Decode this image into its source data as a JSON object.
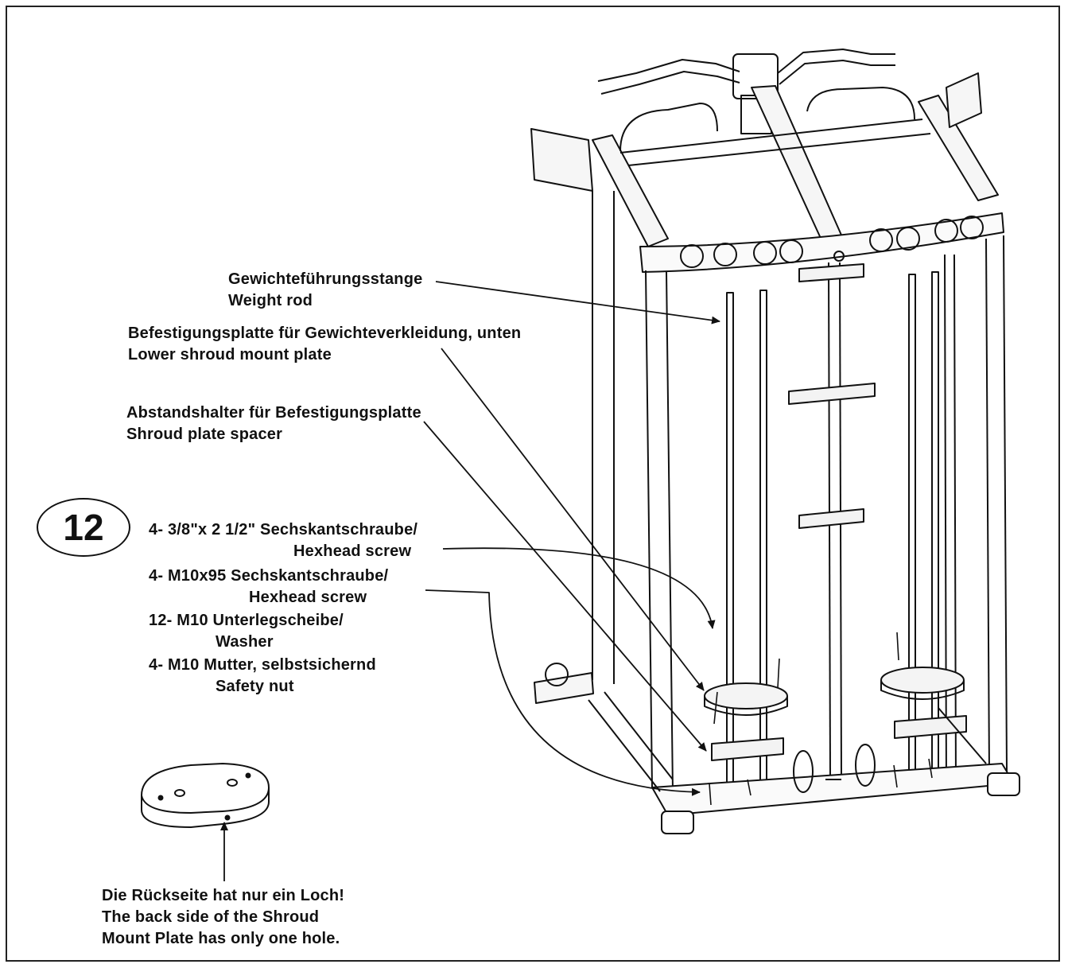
{
  "step": {
    "number": "12"
  },
  "callouts": {
    "weight_rod": {
      "de": "Gewichteführungsstange",
      "en": "Weight rod"
    },
    "lower_shroud_plate": {
      "de": "Befestigungsplatte für Gewichteverkleidung, unten",
      "en": "Lower shroud mount plate"
    },
    "shroud_spacer": {
      "de": "Abstandshalter für Befestigungsplatte",
      "en": "Shroud plate spacer"
    }
  },
  "hardware": [
    {
      "line1": "4- 3/8\"x 2 1/2\" Sechskantschraube/",
      "line2": "Hexhead screw"
    },
    {
      "line1": "4- M10x95 Sechskantschraube/",
      "line2": "Hexhead screw"
    },
    {
      "line1": "12- M10 Unterlegscheibe/",
      "line2": "Washer"
    },
    {
      "line1": "4- M10 Mutter, selbstsichernd",
      "line2": "Safety nut"
    }
  ],
  "note": {
    "line1": "Die Rückseite hat nur ein Loch!",
    "line2": "The back side of the Shroud",
    "line3": "Mount Plate has only one hole."
  },
  "colors": {
    "ink": "#111111",
    "background": "#ffffff"
  }
}
